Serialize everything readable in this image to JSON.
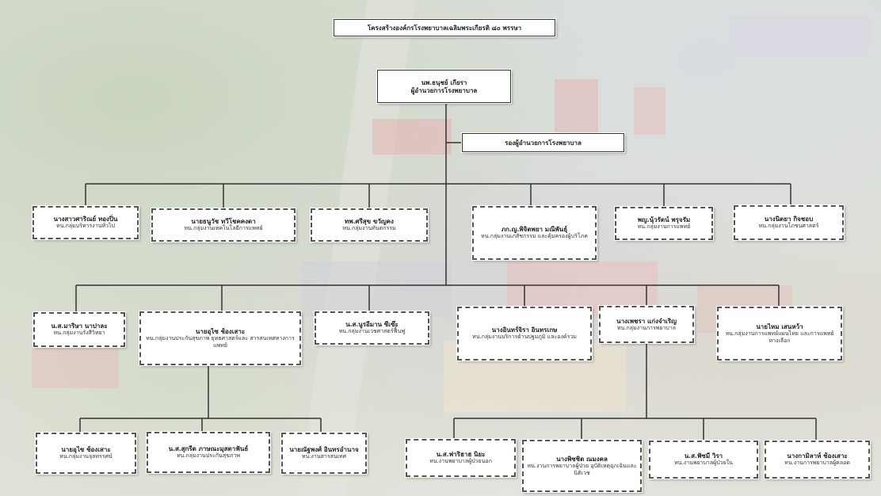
{
  "title": "โครงสร้างองค์กรโรงพยาบาลเฉลิมพระเกียรติ ๘๐ พรรษา",
  "director": {
    "name": "นพ.ธนุชย์ เกียรา",
    "position": "ผู้อำนวยการโรงพยาบาล"
  },
  "deputy": {
    "label": "รองผู้อำนวยการโรงพยาบาล"
  },
  "row1": [
    {
      "name": "นางสาวศาริณย์ ทองปิ่น",
      "position": "หน.กลุ่มบริหารงานทั่วไป"
    },
    {
      "name": "นายธนูวัช ทวีโชคคงดา",
      "position": "หน.กลุ่มงานเทคโนโลยีการแพทย์"
    },
    {
      "name": "ทพ.ศรีสุข ขวัญคง",
      "position": "หน.กลุ่มงานทันตกรรม"
    },
    {
      "name": "ภก.ญ.พิจิตพยา มณีพันธุ์",
      "position": "หน.กลุ่มงานเภสัชกรรม และคุ้มครองผู้บริโภค"
    },
    {
      "name": "พญ.นุ้วรัตน์ พรุจรัม",
      "position": "หน.กลุ่มงานการแพทย์"
    },
    {
      "name": "นางนิตยา กิจชอบ",
      "position": "หน.กลุ่มงานโภชนศาสตร์"
    }
  ],
  "row2": [
    {
      "name": "น.ส.มาริษา นาปาละ",
      "position": "หน.กลุ่มงานรังสีวิทยา"
    },
    {
      "name": "นายอุไซ ช้องเสาะ",
      "position": "หน.กลุ่มงานประกันสุขภาพ ยุทธศาสตร์และ สารสนเทศทางการแพทย์"
    },
    {
      "name": "น.ส.นูรอีมาน ซีเซ๊ะ",
      "position": "หน.กลุ่มงานเวชศาสตร์ฟื้นฟู"
    },
    {
      "name": "นางอินทร์จิรา อินทรเกษ",
      "position": "หน.กลุ่มงานบริการด้านปฐมภูมิ และองค์รวม"
    },
    {
      "name": "นางเพชรา แก่งจำเริญ",
      "position": "หน.กลุ่มงานการพยาบาล"
    },
    {
      "name": "นายไหม เสนหว้า",
      "position": "หน.กลุ่มงานการแพทย์แผนไทย และการแพทย์ทางเลือก"
    }
  ],
  "row3_left": [
    {
      "name": "นายอุไซ ช้องเสาะ",
      "position": "หน.กลุ่มงานจุลทรรศน์"
    },
    {
      "name": "น.ส.สุกรีด ภาษณะมุสตาฟันธ์",
      "position": "หน.กลุ่มงานประกันสุขภาพ"
    },
    {
      "name": "นายณัฐพงศ์ อินทรอำนาจ",
      "position": "หน.งานสารสนเทศ"
    }
  ],
  "row3_right": [
    {
      "name": "น.ส.ฟาริฮาฮ นิยะ",
      "position": "หน.งานพยาบาลผู้ป่วยนอก"
    },
    {
      "name": "นางพิชชิต ณมงคล",
      "position": "หน.งานการพยาบาลผู้ป่วย อุบัติเหตุฉุกเฉินและนิติเวช"
    },
    {
      "name": "น.ส.ฟัซมี วิรา",
      "position": "หน.งานพยาบาลผู้ป่วยใน"
    },
    {
      "name": "นางกามิลาห์ ช้องเสาะ",
      "position": "หน.งานการพยาบาลผู้คลอด"
    }
  ]
}
